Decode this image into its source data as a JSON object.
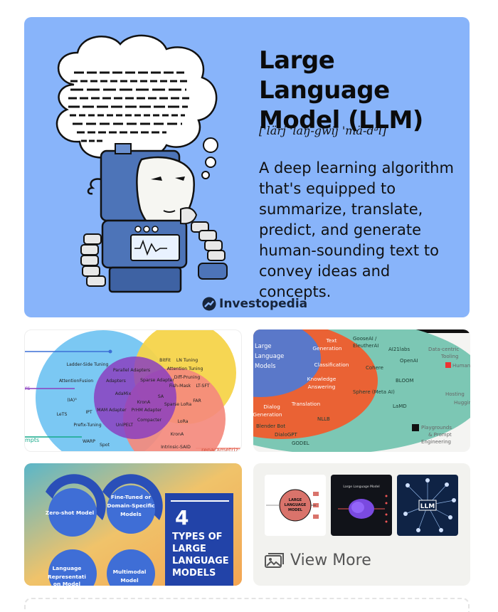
{
  "hero": {
    "title": "Large Language Model (LLM)",
    "phonetic": "['lärj 'laŋ-gwij 'mä-dᵊl]",
    "description": "A deep learning algorithm that's equipped to summarize, translate, predict, and generate human-sounding text to convey ideas and concepts.",
    "brand": "Investopedia"
  },
  "peft": {
    "labels": [
      "Ladder-Side Tuning",
      "Parallel Adapters",
      "BitFit",
      "LN Tuning",
      "Attention Tuning",
      "Diff-Pruning",
      "AttentionFusion",
      "Adapters",
      "Sparse Adapter",
      "Fish-Mask",
      "LT-SFT",
      "(IA)³",
      "AdaMix",
      "KronA",
      "SA",
      "FAR",
      "MAM Adapter",
      "PrHM Adapter",
      "Sparse LoRa",
      "LeTS",
      "IPT",
      "UniPELT",
      "Compacter",
      "LoRa",
      "Prefix-Tuning",
      "KronA",
      "WARP",
      "Spot",
      "Intrinsic-SAID"
    ],
    "edge_labels": [
      "rs",
      "mpts",
      "reparametrizati"
    ]
  },
  "genai": {
    "labels": [
      "Large Language Models",
      "Text Generation",
      "Classification",
      "Knowledge Answering",
      "Translation",
      "Dialog Generation",
      "GooseAI / EleutherAI",
      "AI21labs",
      "OpenAI",
      "Cohere",
      "BLOOM",
      "Sphere (Meta AI)",
      "LaMD",
      "NLLB",
      "Blender Bot",
      "DialoGPT",
      "GODEL",
      "Data-centric Tooling",
      "HumanF",
      "Hosting",
      "Huggin",
      "Playgrounds & Prompt Engineering"
    ]
  },
  "types": {
    "headline_number": "4",
    "headline": "TYPES OF LARGE LANGUAGE MODELS",
    "models": [
      "Zero-shot Model",
      "Fine-Tuned or Domain-Specific Models",
      "Language Representati on Model",
      "Multimodal Model"
    ]
  },
  "more": {
    "thumb1_label": "LARGE LANGUAGE MODEL",
    "thumb2_label": "Large Language Model",
    "thumb3_label": "LLM",
    "view_more": "View More"
  }
}
